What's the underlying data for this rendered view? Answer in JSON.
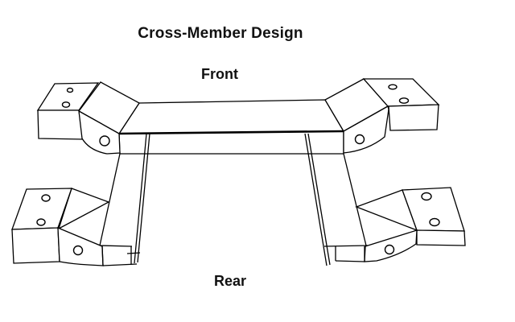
{
  "canvas": {
    "background": "#ffffff",
    "line_color": "#000000",
    "text_color": "#111111"
  },
  "diagram": {
    "title": "Cross-Member Design",
    "front_label": "Front",
    "rear_label": "Rear"
  }
}
